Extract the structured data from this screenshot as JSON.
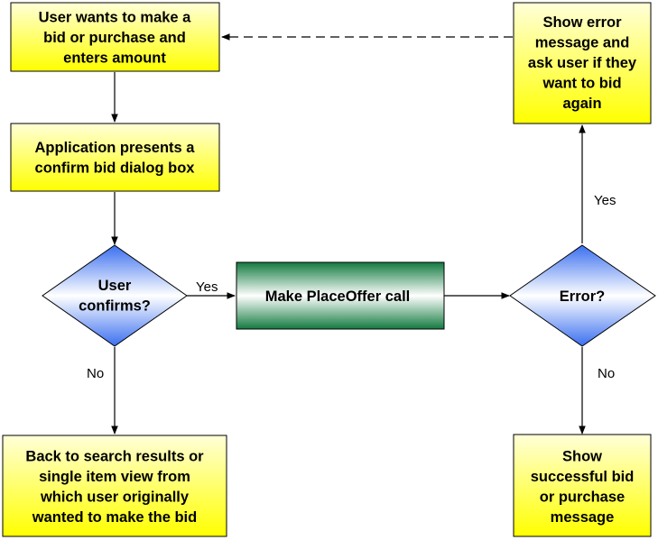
{
  "colors": {
    "box_fill_light": "#ffffd8",
    "box_fill_dark": "#ffff00",
    "diamond_fill_light": "#ffffff",
    "diamond_fill_dark": "#3a6ff0",
    "process_fill_light": "#ffffff",
    "process_fill_dark": "#127a3f",
    "stroke": "#000000"
  },
  "nodes": {
    "enter_amount": [
      "User wants to make a",
      "bid or purchase and",
      "enters amount"
    ],
    "confirm_dialog": [
      "Application presents a",
      "confirm bid dialog box"
    ],
    "user_confirms": [
      "User",
      "confirms?"
    ],
    "back_to_search": [
      "Back to search results or",
      "single item view from",
      "which user originally",
      "wanted to make the bid"
    ],
    "place_offer": [
      "Make PlaceOffer call"
    ],
    "error_check": [
      "Error?"
    ],
    "show_error": [
      "Show error",
      "message and",
      "ask user if they",
      "want to bid",
      "again"
    ],
    "show_success": [
      "Show",
      "successful bid",
      "or purchase",
      "message"
    ]
  },
  "edge_labels": {
    "confirm_yes": "Yes",
    "confirm_no": "No",
    "error_yes": "Yes",
    "error_no": "No"
  }
}
